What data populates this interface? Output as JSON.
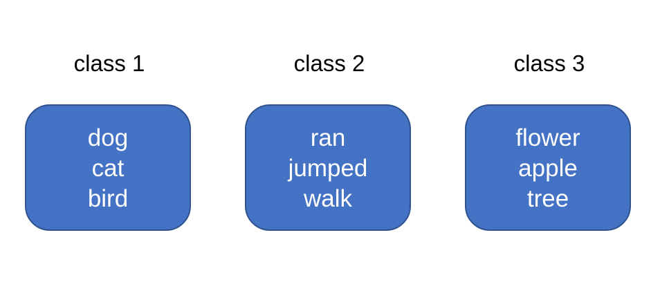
{
  "classes": [
    {
      "title": "class 1",
      "words": [
        "dog",
        "cat",
        "bird"
      ]
    },
    {
      "title": "class 2",
      "words": [
        "ran",
        "jumped",
        "walk"
      ]
    },
    {
      "title": "class 3",
      "words": [
        "flower",
        "apple",
        "tree"
      ]
    }
  ],
  "colors": {
    "box_fill": "#4472c4",
    "box_border": "#2f528f",
    "box_text": "#ffffff",
    "title_text": "#000000"
  }
}
